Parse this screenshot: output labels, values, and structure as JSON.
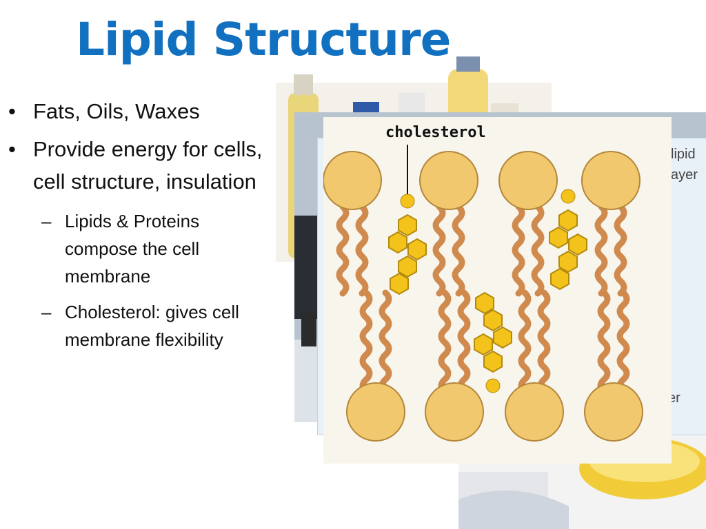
{
  "slide": {
    "title": "Lipid Structure",
    "bullets": [
      {
        "text": "Fats, Oils, Waxes"
      },
      {
        "text": "Provide energy for cells, cell structure, insulation"
      }
    ],
    "sub_bullets": [
      {
        "text": "Lipids & Proteins compose the cell membrane"
      },
      {
        "text": "Cholesterol: gives cell membrane flexibility"
      }
    ]
  },
  "diagram": {
    "label": "cholesterol",
    "back_label_1": "lipid",
    "back_label_2": "ayer",
    "back_label_3": "er"
  },
  "colors": {
    "title": "#1170bf",
    "head": "#f2c86f",
    "tail": "#d08a4e",
    "cholesterol": "#f3c21b"
  }
}
